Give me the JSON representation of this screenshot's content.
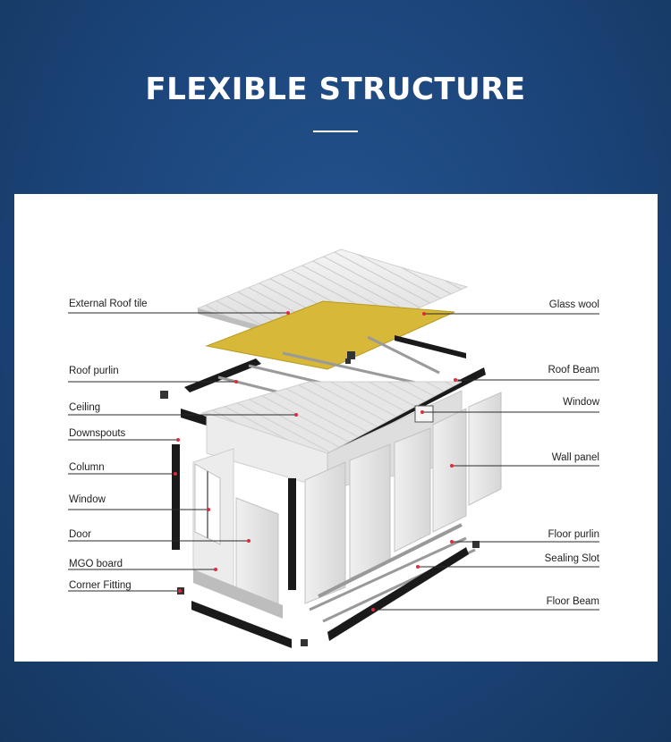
{
  "header": {
    "title": "FLEXIBLE STRUCTURE"
  },
  "colors": {
    "background": "#1b4479",
    "panel": "#ffffff",
    "leader_line": "#2a2a2a",
    "marker": "#e2283d",
    "insulation": "#d8b838"
  },
  "labels_left": [
    {
      "id": "external-roof-tile",
      "text": "External Roof tile"
    },
    {
      "id": "roof-purlin",
      "text": "Roof purlin"
    },
    {
      "id": "ceiling",
      "text": "Ceiling"
    },
    {
      "id": "downspouts",
      "text": "Downspouts"
    },
    {
      "id": "column",
      "text": "Column"
    },
    {
      "id": "window-left",
      "text": "Window"
    },
    {
      "id": "door",
      "text": "Door"
    },
    {
      "id": "mgo-board",
      "text": "MGO board"
    },
    {
      "id": "corner-fitting",
      "text": "Corner Fitting"
    }
  ],
  "labels_right": [
    {
      "id": "glass-wool",
      "text": "Glass wool"
    },
    {
      "id": "roof-beam",
      "text": "Roof Beam"
    },
    {
      "id": "window-right",
      "text": "Window"
    },
    {
      "id": "wall-panel",
      "text": "Wall panel"
    },
    {
      "id": "floor-purlin",
      "text": "Floor purlin"
    },
    {
      "id": "sealing-slot",
      "text": "Sealing Slot"
    },
    {
      "id": "floor-beam",
      "text": "Floor Beam"
    }
  ]
}
